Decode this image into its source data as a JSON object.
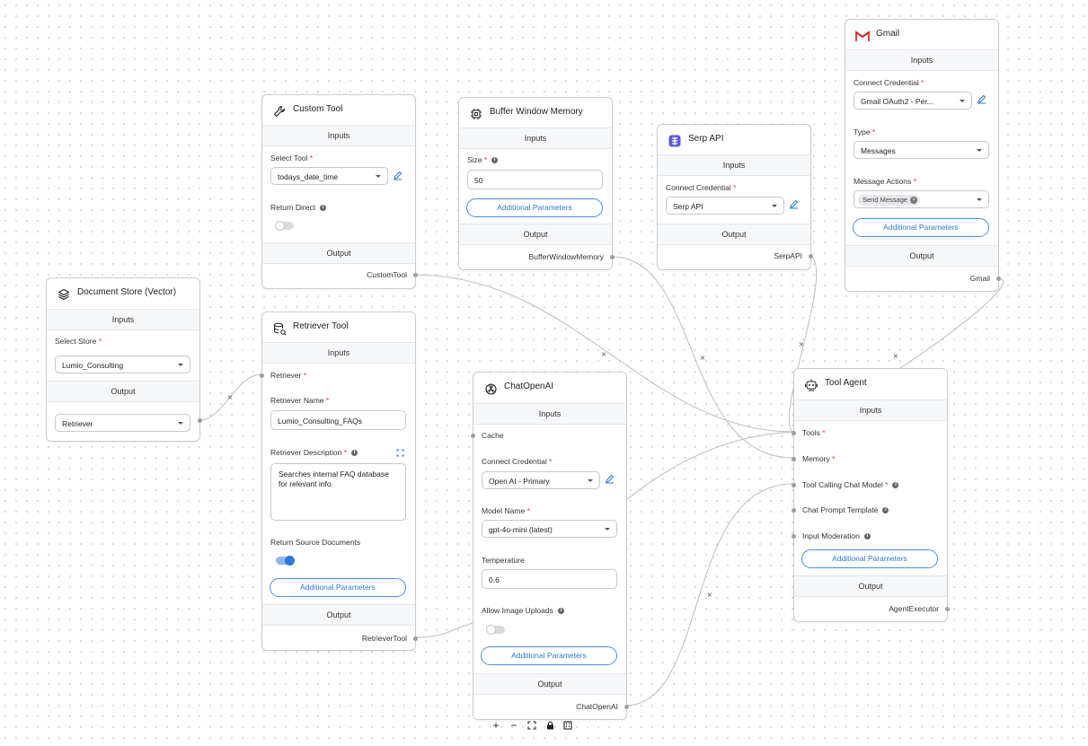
{
  "nodes": {
    "custom_tool": {
      "title": "Custom Tool",
      "inputs": "Inputs",
      "select_tool_label": "Select Tool",
      "select_tool_value": "todays_date_time",
      "return_direct_label": "Return Direct",
      "output": "Output",
      "output_name": "CustomTool"
    },
    "buffer_memory": {
      "title": "Buffer Window Memory",
      "inputs": "Inputs",
      "size_label": "Size",
      "size_value": "50",
      "additional": "Additional Parameters",
      "output": "Output",
      "output_name": "BufferWindowMemory"
    },
    "serp_api": {
      "title": "Serp API",
      "inputs": "Inputs",
      "credential_label": "Connect Credential",
      "credential_value": "Serp API",
      "output": "Output",
      "output_name": "SerpAPI"
    },
    "gmail": {
      "title": "Gmail",
      "inputs": "Inputs",
      "credential_label": "Connect Credential",
      "credential_value": "Gmail OAuth2 - Per...",
      "type_label": "Type",
      "type_value": "Messages",
      "actions_label": "Message Actions",
      "actions_chip": "Send Message",
      "additional": "Additional Parameters",
      "output": "Output",
      "output_name": "Gmail"
    },
    "document_store": {
      "title": "Document Store (Vector)",
      "inputs": "Inputs",
      "store_label": "Select Store",
      "store_value": "Lumio_Consulting",
      "output": "Output",
      "output_value": "Retriever"
    },
    "retriever_tool": {
      "title": "Retriever Tool",
      "inputs": "Inputs",
      "retriever_label": "Retriever",
      "name_label": "Retriever Name",
      "name_value": "Lumio_Consulting_FAQs",
      "desc_label": "Retriever Description",
      "desc_value": "Searches internal FAQ database for relevant info.",
      "return_source_label": "Return Source Documents",
      "additional": "Additional Parameters",
      "output": "Output",
      "output_name": "RetrieverTool"
    },
    "chat_openai": {
      "title": "ChatOpenAI",
      "inputs": "Inputs",
      "cache_label": "Cache",
      "credential_label": "Connect Credential",
      "credential_value": "Open AI - Primary",
      "model_label": "Model Name",
      "model_value": "gpt-4o-mini (latest)",
      "temp_label": "Temperature",
      "temp_value": "0.6",
      "image_label": "Allow Image Uploads",
      "additional": "Additional Parameters",
      "output": "Output",
      "output_name": "ChatOpenAI"
    },
    "tool_agent": {
      "title": "Tool Agent",
      "inputs": "Inputs",
      "tools_label": "Tools",
      "memory_label": "Memory",
      "chat_model_label": "Tool Calling Chat Model",
      "prompt_label": "Chat Prompt Template",
      "moderation_label": "Input Moderation",
      "additional": "Additional Parameters",
      "output": "Output",
      "output_name": "AgentExecutor"
    }
  },
  "toolbar": {
    "zoom_in": "+",
    "zoom_out": "−",
    "fit": "⛶",
    "lock": "🔒",
    "toggle": "▣"
  },
  "colors": {
    "accent": "#2f78d6",
    "required": "#e53935",
    "edge": "#b7bbc1",
    "gmail_red": "#ea4335",
    "serp_purple": "#5b5bd6"
  }
}
